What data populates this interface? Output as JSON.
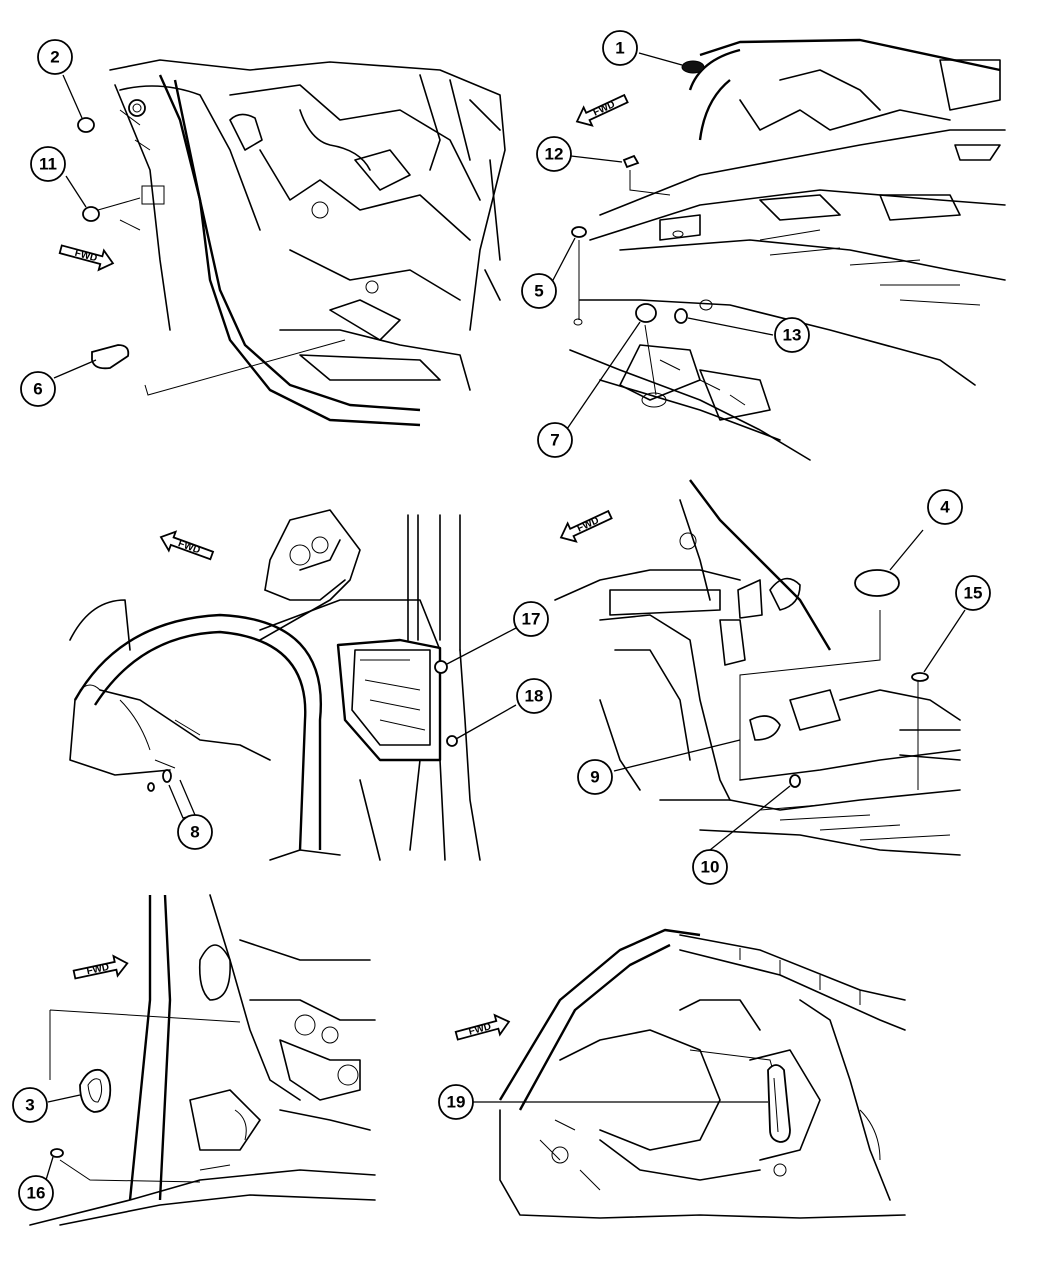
{
  "fwd_label": "FWD",
  "callouts": {
    "c1": "1",
    "c2": "2",
    "c3": "3",
    "c4": "4",
    "c5": "5",
    "c6": "6",
    "c7": "7",
    "c8": "8",
    "c9": "9",
    "c10": "10",
    "c11": "11",
    "c12": "12",
    "c13": "13",
    "c15": "15",
    "c16": "16",
    "c17": "17",
    "c18": "18",
    "c19": "19"
  }
}
